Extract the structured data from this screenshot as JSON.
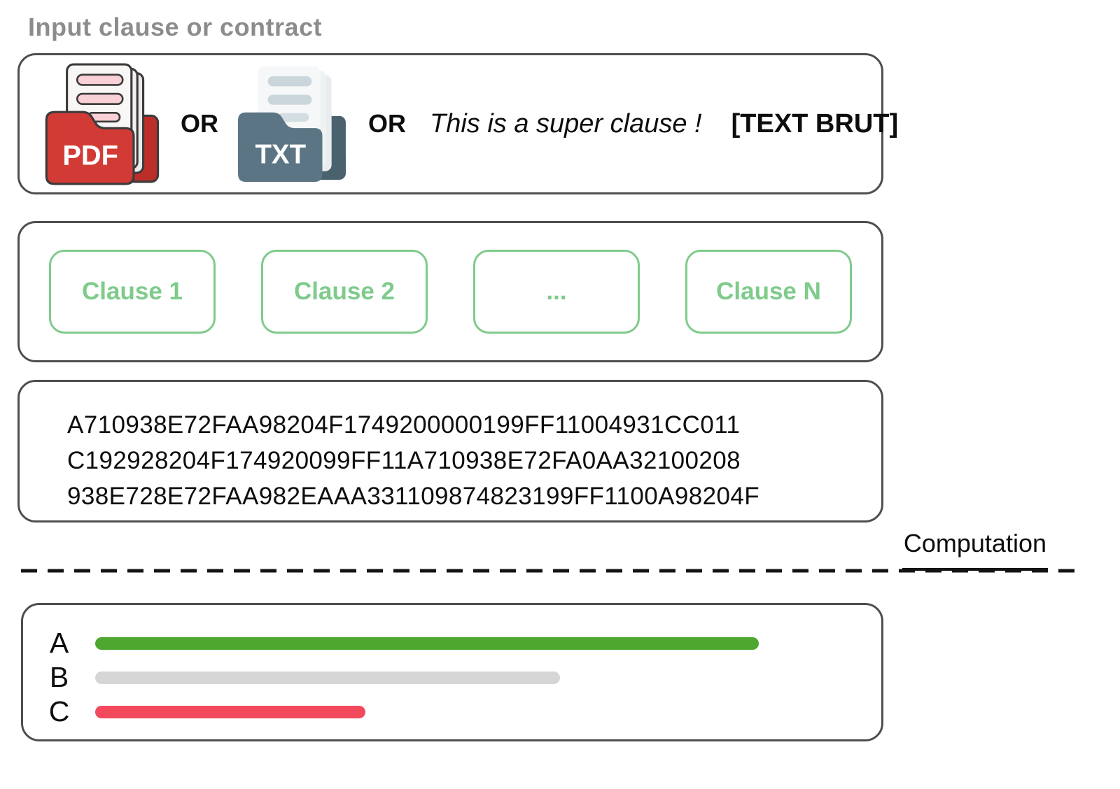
{
  "page": {
    "title": "Input clause or contract"
  },
  "input_box": {
    "pdf_icon_label": "PDF",
    "or_1": "OR",
    "txt_icon_label": "TXT",
    "or_2": "OR",
    "example_text": "This is a super clause !",
    "raw_tag": "[TEXT BRUT]"
  },
  "clauses": {
    "items": [
      "Clause 1",
      "Clause 2",
      "...",
      "Clause N"
    ]
  },
  "hash": {
    "lines": [
      "A710938E72FAA98204F1749200000199FF11004931CC011",
      "C192928204F174920099FF11A710938E72FA0AA32100208",
      "938E728E72FAA982EAAA331109874823199FF1100A98204F"
    ]
  },
  "computation": {
    "label": "Computation"
  },
  "results": {
    "bars": [
      {
        "label": "A",
        "color": "#4EA72E",
        "length_pct": 85.8
      },
      {
        "label": "B",
        "color": "#D6D6D6",
        "length_pct": 60.1
      },
      {
        "label": "C",
        "color": "#F2495C",
        "length_pct": 34.9
      }
    ]
  },
  "colors": {
    "panel_border": "#4E4E4E",
    "title_gray": "#8C8C8C",
    "clause_green": "#7FCB8B",
    "pdf_red": "#D23B35",
    "txt_slate": "#5B7584"
  }
}
